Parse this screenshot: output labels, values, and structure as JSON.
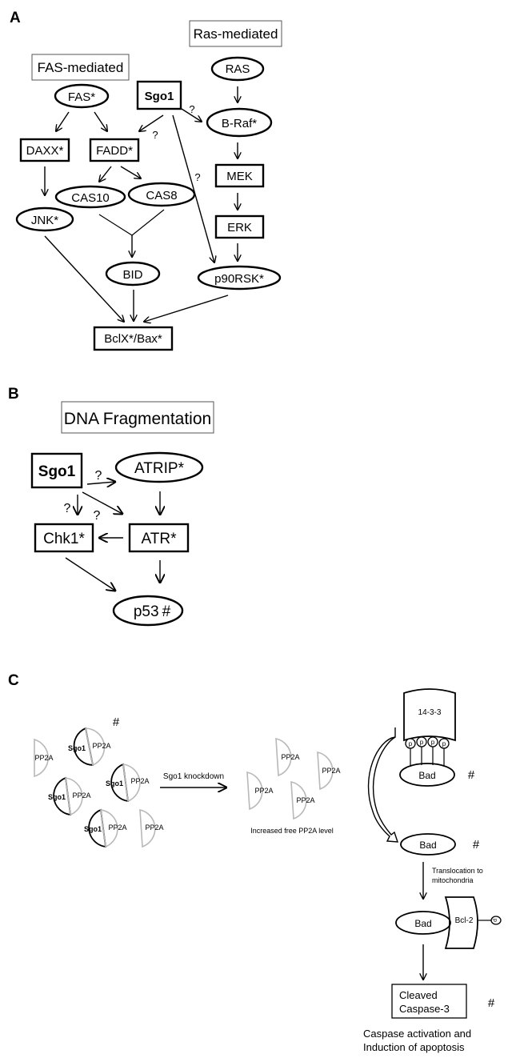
{
  "figure": {
    "panel_a": {
      "label": "A",
      "groups": {
        "fas": "FAS-mediated",
        "ras": "Ras-mediated"
      },
      "nodes": {
        "sgo1": "Sgo1",
        "fas": "FAS*",
        "daxx": "DAXX*",
        "fadd": "FADD*",
        "cas10": "CAS10",
        "cas8": "CAS8",
        "jnk": "JNK*",
        "bid": "BID",
        "bclx_bax": "BclX*/Bax*",
        "ras": "RAS",
        "braf": "B-Raf*",
        "mek": "MEK",
        "erk": "ERK",
        "p90rsk": "p90RSK*"
      },
      "uncertain_mark": "?"
    },
    "panel_b": {
      "label": "B",
      "title": "DNA Fragmentation",
      "nodes": {
        "sgo1": "Sgo1",
        "atrip": "ATRIP*",
        "chk1": "Chk1*",
        "atr": "ATR*",
        "p53": "p53",
        "p53_mark": "#"
      },
      "uncertain_mark": "?"
    },
    "panel_c": {
      "label": "C",
      "complex_sgo1": "Sgo1",
      "pp2a": "PP2A",
      "hash": "#",
      "knockdown_label": "Sgo1 knockdown",
      "free_pp2a_label": "Increased free PP2A level",
      "protein_14_3_3": "14-3-3",
      "phospho": "p",
      "bad": "Bad",
      "translocation_line1": "Translocation to",
      "translocation_line2": "mitochondria",
      "bcl2": "Bcl-2",
      "caspase_line1": "Cleaved",
      "caspase_line2": "Caspase-3",
      "outcome_line1": "Caspase activation and",
      "outcome_line2": "Induction of apoptosis"
    }
  }
}
